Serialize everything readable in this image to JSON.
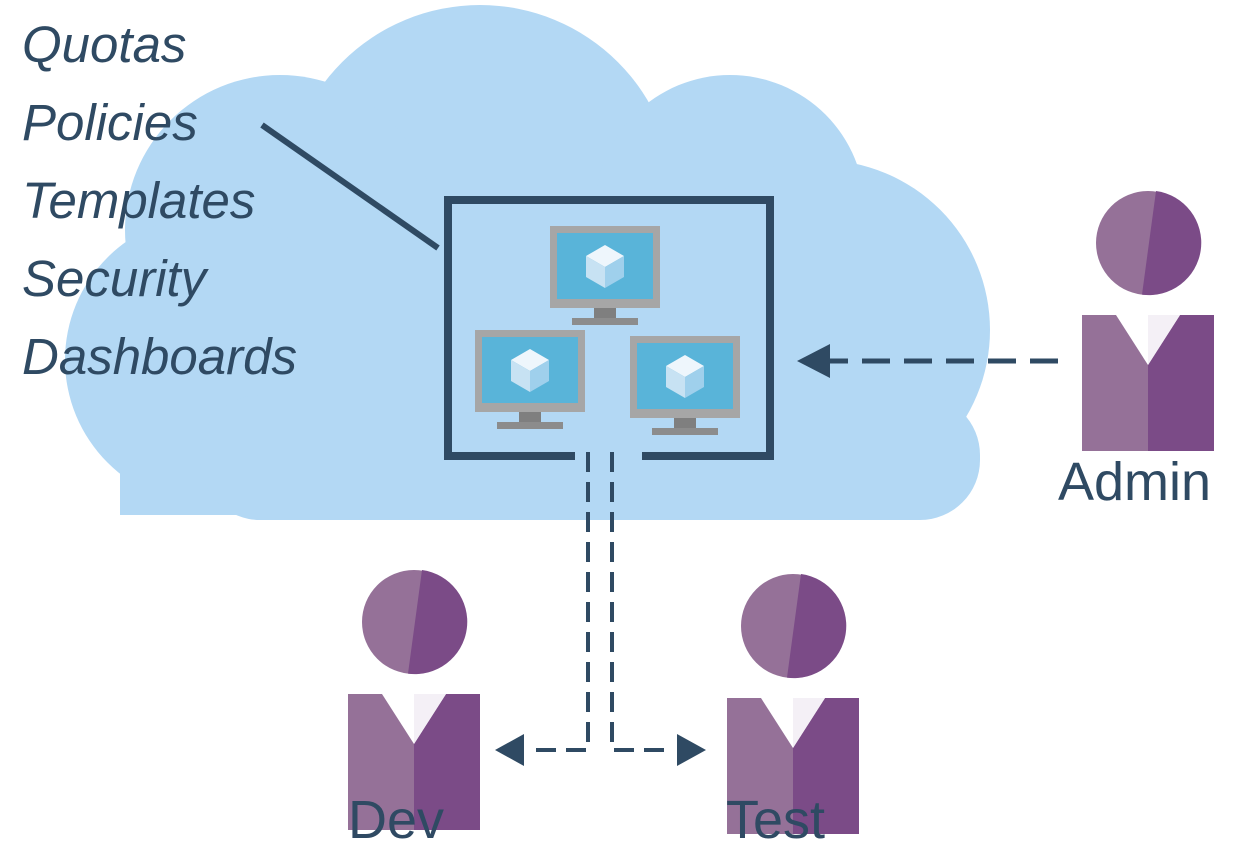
{
  "features": [
    "Quotas",
    "Policies",
    "Templates",
    "Security",
    "Dashboards"
  ],
  "roles": {
    "admin": "Admin",
    "dev": "Dev",
    "test": "Test"
  },
  "colors": {
    "cloud": "#b3d8f4",
    "frame": "#2f4a63",
    "text": "#2f4a63",
    "person_light": "#957198",
    "person_dark": "#7b4b87",
    "monitor_bezel": "#a6a6a6",
    "monitor_screen": "#59b4d9",
    "arrow": "#2f4a63"
  },
  "icons": [
    "cloud-icon",
    "monitor-icon",
    "cube-icon",
    "person-icon",
    "arrow-icon"
  ]
}
